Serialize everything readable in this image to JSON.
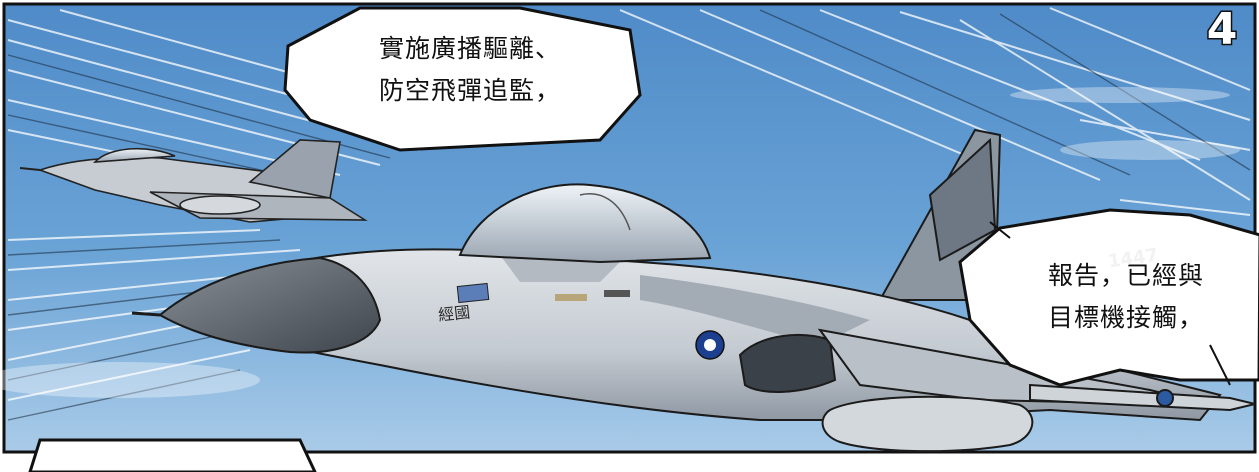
{
  "panel": {
    "number": "4",
    "sky_color": "#5a95cf",
    "sky_light_color": "#bfd9ef",
    "jet_body_color": "#c9ced4",
    "jet_dark_color": "#7c8590"
  },
  "bubbles": {
    "top": {
      "line1": "實施廣播驅離、",
      "line2": "防空飛彈追監，"
    },
    "right": {
      "line1": "報告，已經與",
      "line2": "目標機接觸，"
    },
    "bottom_left": {
      "line1": ""
    }
  },
  "jets": {
    "near": {
      "tail_number": "1447",
      "side_text": "經國"
    },
    "far": {
      "tail_number": ""
    }
  }
}
